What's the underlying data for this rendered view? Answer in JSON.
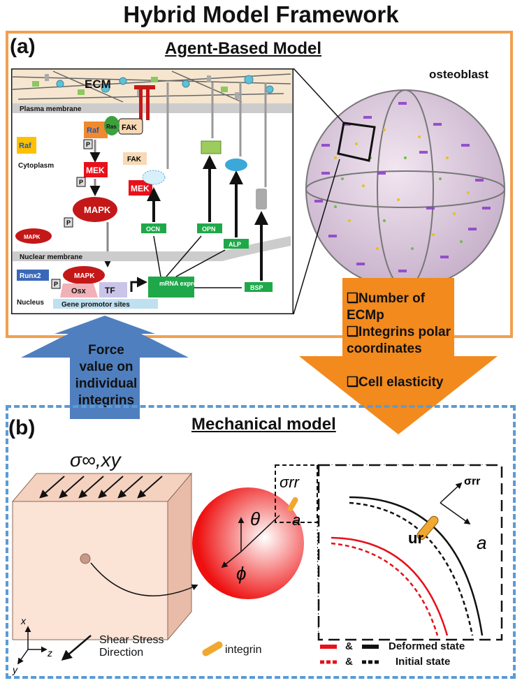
{
  "title": "Hybrid Model Framework",
  "panel_a": {
    "letter": "(a)",
    "title": "Agent-Based Model",
    "cell_label": "osteoblast",
    "pathway": {
      "ecm": "ECM",
      "plasma_membrane": "Plasma membrane",
      "cytoplasm": "Cytoplasm",
      "nuclear_membrane": "Nuclear membrane",
      "nucleus": "Nucleus",
      "raf": "Raf",
      "ras": "Ras",
      "fak": "FAK",
      "p": "P",
      "mek": "MEK",
      "mapk": "MAPK",
      "runx2": "Runx2",
      "osx": "Osx",
      "tf": "TF",
      "gene_promotor": "Gene promotor sites",
      "mrna": "mRNA expression",
      "ocn": "OCN",
      "opn": "OPN",
      "alp": "ALP",
      "bsp": "BSP"
    }
  },
  "flows": {
    "down_items": [
      "Number of ECMp",
      "Integrins polar coordinates",
      "Cell elasticity"
    ],
    "up_text": "Force value on individual integrins"
  },
  "panel_b": {
    "letter": "(b)",
    "title": "Mechanical model",
    "sigma_inf": "σ∞,xy",
    "sigma_rr": "σrr",
    "theta": "θ",
    "phi": "ϕ",
    "a": "a",
    "ur": "ur",
    "axis_x": "x",
    "axis_y": "y",
    "axis_z": "z",
    "shear_legend": "Shear Stress Direction",
    "integrin_legend": "integrin",
    "amp": "&",
    "deformed": "Deformed state",
    "initial": "Initial state"
  },
  "colors": {
    "panel_a_border": "#f0a050",
    "panel_b_border": "#5b9bd5",
    "up_arrow": "#4f7fbf",
    "down_arrow": "#f28a1e",
    "red_protein": "#e8101a",
    "green_gene": "#22b04a"
  }
}
